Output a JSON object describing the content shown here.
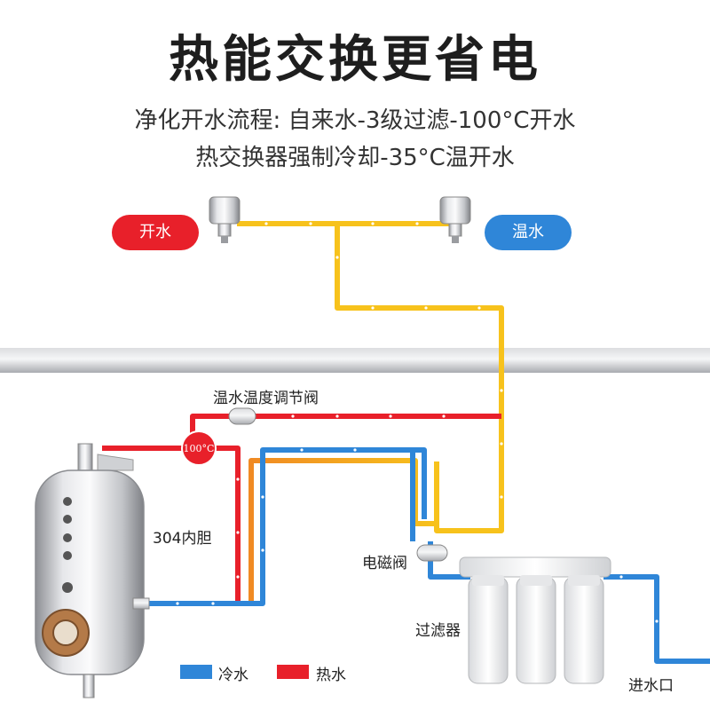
{
  "title": "热能交换更省电",
  "subtitle_line1": "净化开水流程: 自来水-3级过滤-100°C开水",
  "subtitle_line2": "热交换器强制冷却-35°C温开水",
  "faucet_boil_label": "开水",
  "faucet_warm_label": "温水",
  "valve_label": "温水温度调节阀",
  "thermo_label": "100°C",
  "tank_label": "304内胆",
  "solenoid_label": "电磁阀",
  "filter_label": "过滤器",
  "inlet_label": "进水口",
  "legend": {
    "cold": "冷水",
    "hot": "热水"
  },
  "colors": {
    "cold": "#2f86d8",
    "hot": "#e8202a",
    "warm": "#f7c21c",
    "orange": "#f08a24",
    "steel": "#c9cbce"
  }
}
